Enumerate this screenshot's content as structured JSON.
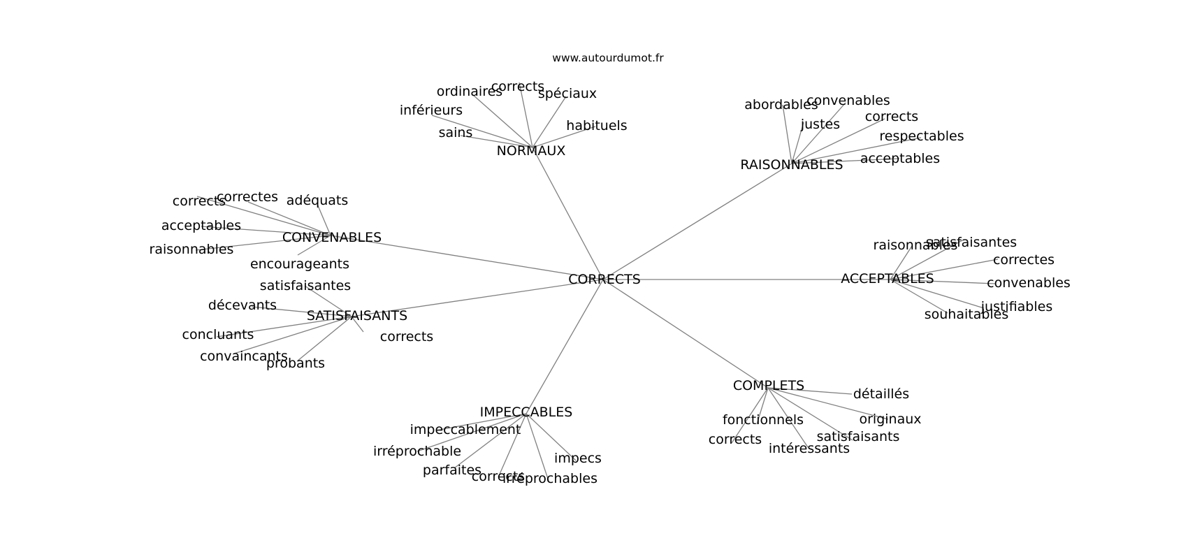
{
  "site": "www.autourdumot.fr",
  "graph": {
    "center": "CORRECTS",
    "hubs": [
      {
        "id": "normaux",
        "label": "NORMAUX",
        "leaves": [
          "ordinaires",
          "corrects",
          "spéciaux",
          "inférieurs",
          "habituels",
          "sains"
        ]
      },
      {
        "id": "raisonnables",
        "label": "RAISONNABLES",
        "leaves": [
          "abordables",
          "convenables",
          "justes",
          "corrects",
          "respectables",
          "acceptables"
        ]
      },
      {
        "id": "convenables",
        "label": "CONVENABLES",
        "leaves": [
          "corrects",
          "correctes",
          "adéquats",
          "acceptables",
          "raisonnables",
          "encourageants"
        ]
      },
      {
        "id": "acceptables",
        "label": "ACCEPTABLES",
        "leaves": [
          "raisonnables",
          "satisfaisantes",
          "correctes",
          "convenables",
          "justifiables",
          "souhaitables"
        ]
      },
      {
        "id": "satisfaisants",
        "label": "SATISFAISANTS",
        "leaves": [
          "satisfaisantes",
          "décevants",
          "concluants",
          "corrects",
          "convaincants",
          "probants"
        ]
      },
      {
        "id": "complets",
        "label": "COMPLETS",
        "leaves": [
          "détaillés",
          "fonctionnels",
          "originaux",
          "satisfaisants",
          "corrects",
          "intéressants"
        ]
      },
      {
        "id": "impeccables",
        "label": "IMPECCABLES",
        "leaves": [
          "impeccablement",
          "irréprochable",
          "impecs",
          "parfaites",
          "corrects",
          "irréprochables"
        ]
      }
    ]
  }
}
